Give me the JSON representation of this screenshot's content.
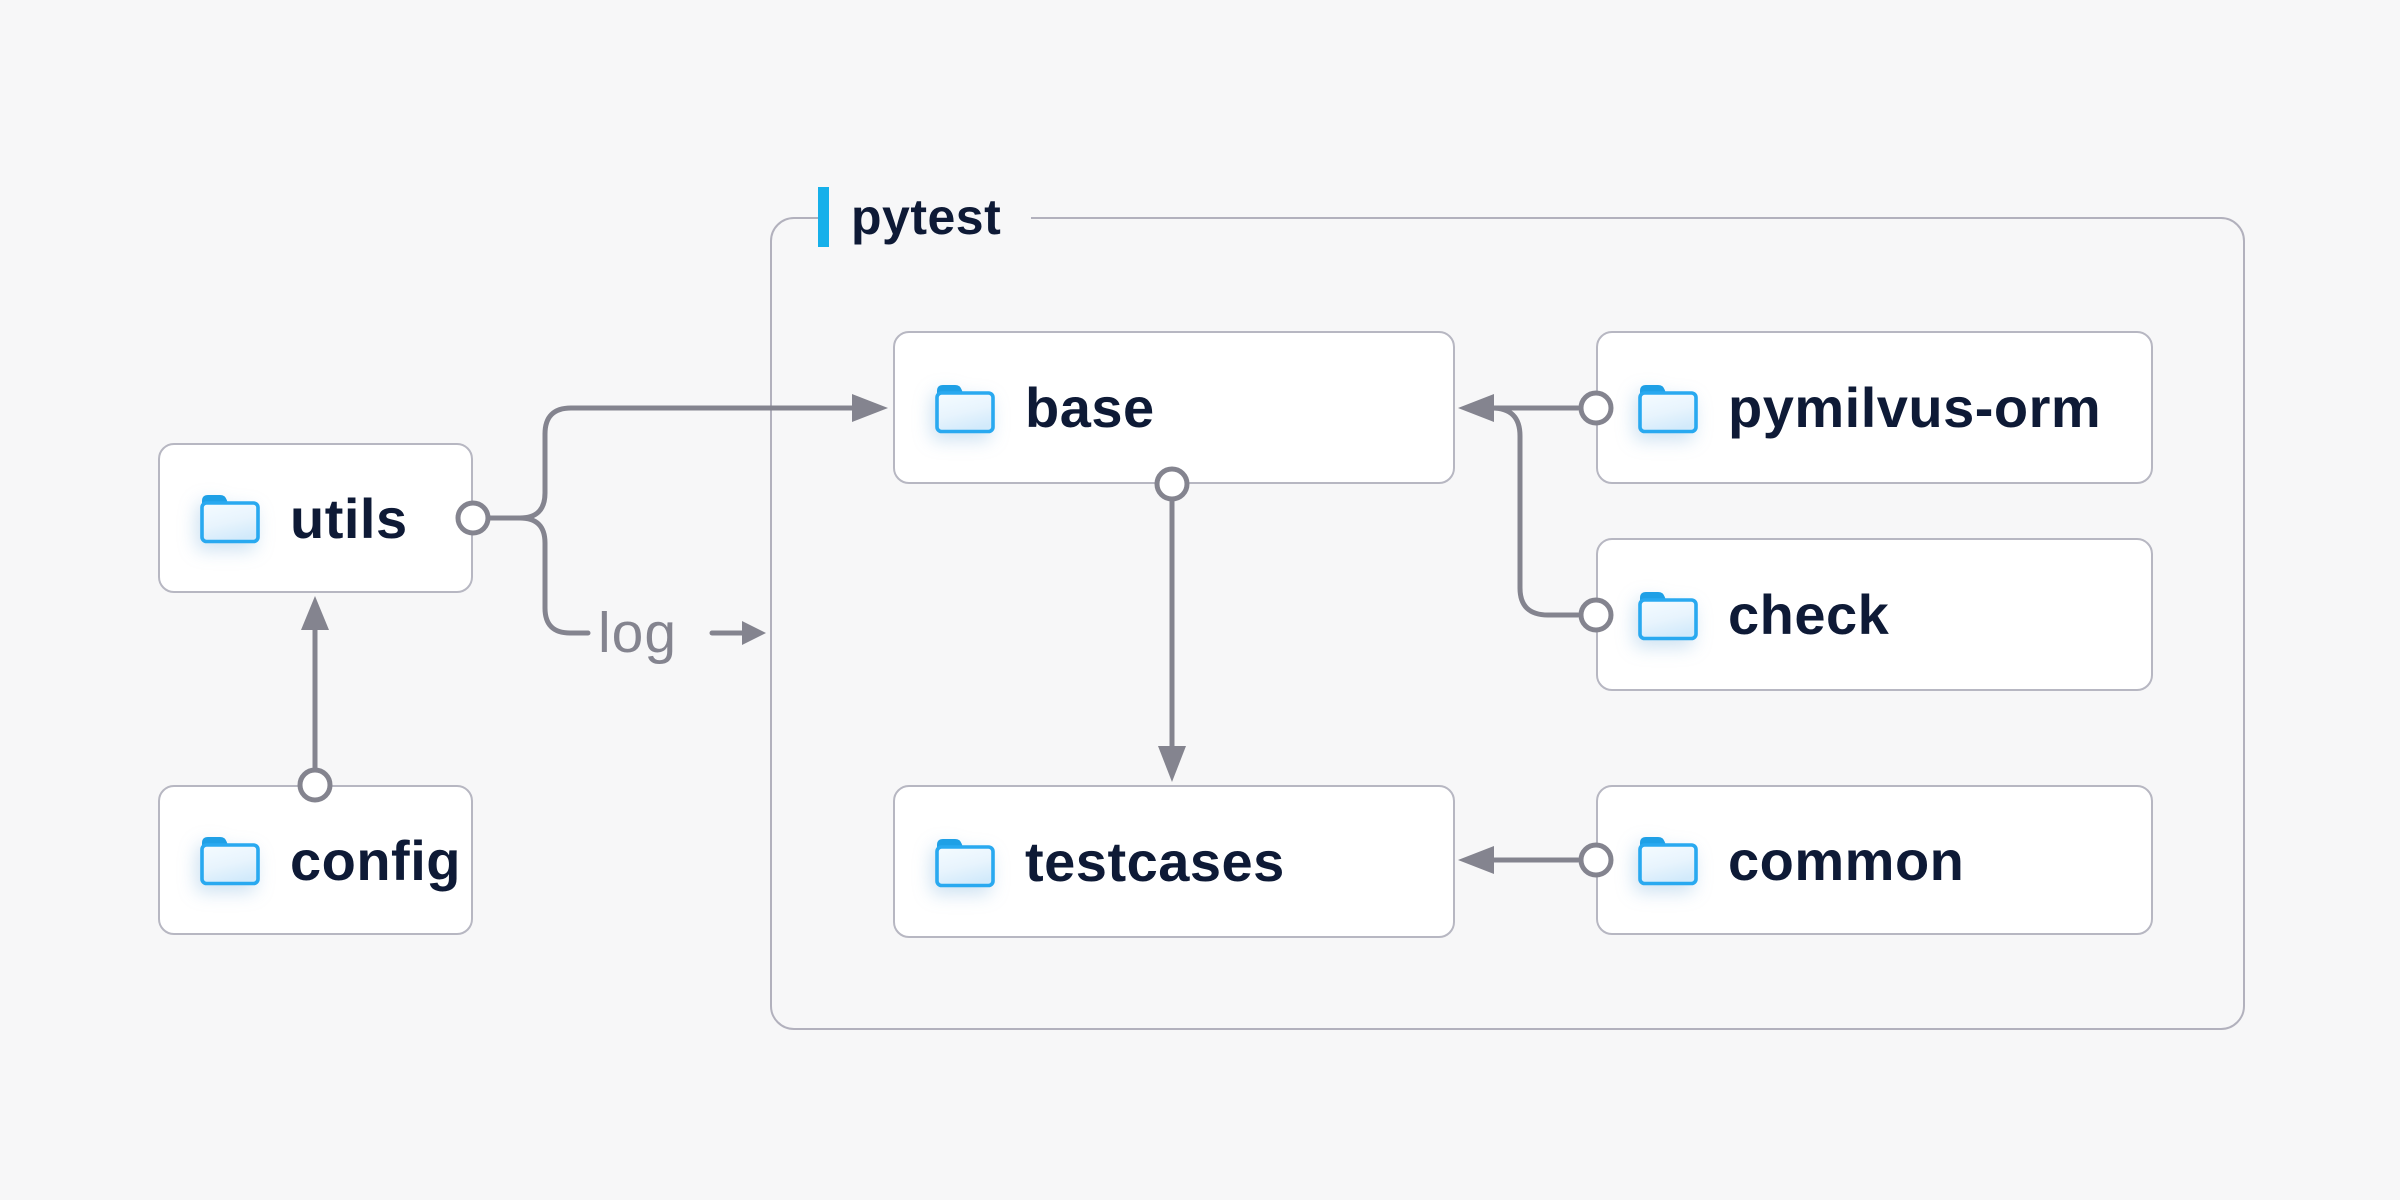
{
  "diagram": {
    "title_container": {
      "label": "pytest"
    },
    "nodes": [
      {
        "id": "utils",
        "label": "utils",
        "icon": "folder-icon",
        "in_container": false
      },
      {
        "id": "config",
        "label": "config",
        "icon": "folder-icon",
        "in_container": false
      },
      {
        "id": "base",
        "label": "base",
        "icon": "folder-icon",
        "in_container": true
      },
      {
        "id": "pymilvus-orm",
        "label": "pymilvus-orm",
        "icon": "folder-icon",
        "in_container": true
      },
      {
        "id": "check",
        "label": "check",
        "icon": "folder-icon",
        "in_container": true
      },
      {
        "id": "testcases",
        "label": "testcases",
        "icon": "folder-icon",
        "in_container": true
      },
      {
        "id": "common",
        "label": "common",
        "icon": "folder-icon",
        "in_container": true
      }
    ],
    "edges": [
      {
        "from": "config",
        "to": "utils",
        "style": "arrow-up"
      },
      {
        "from": "utils",
        "to": "base",
        "style": "fork-up-arrow-right"
      },
      {
        "from": "utils",
        "to": "pytest-container",
        "style": "fork-down-arrow-right",
        "label": "log"
      },
      {
        "from": "base",
        "to": "testcases",
        "style": "arrow-down"
      },
      {
        "from": "pymilvus-orm",
        "to": "base",
        "style": "arrow-left"
      },
      {
        "from": "check",
        "to": "base",
        "style": "arrow-left-merged"
      },
      {
        "from": "common",
        "to": "testcases",
        "style": "arrow-left"
      }
    ],
    "edge_labels": {
      "log": "log"
    },
    "colors": {
      "background": "#f7f7f8",
      "node_fill": "#ffffff",
      "node_border": "#b7b7c2",
      "container_border": "#b2b1bd",
      "connector_gray": "#84848f",
      "label_navy": "#0e1a36",
      "muted_label_gray": "#84848f",
      "accent_bar_blue": "#16b0ea",
      "folder_stroke_blue": "#29a9f0",
      "folder_tab_blue": "#1fa0e6",
      "folder_fill_light": "#f4fbff",
      "folder_fill_shade": "#d2eafb"
    }
  }
}
